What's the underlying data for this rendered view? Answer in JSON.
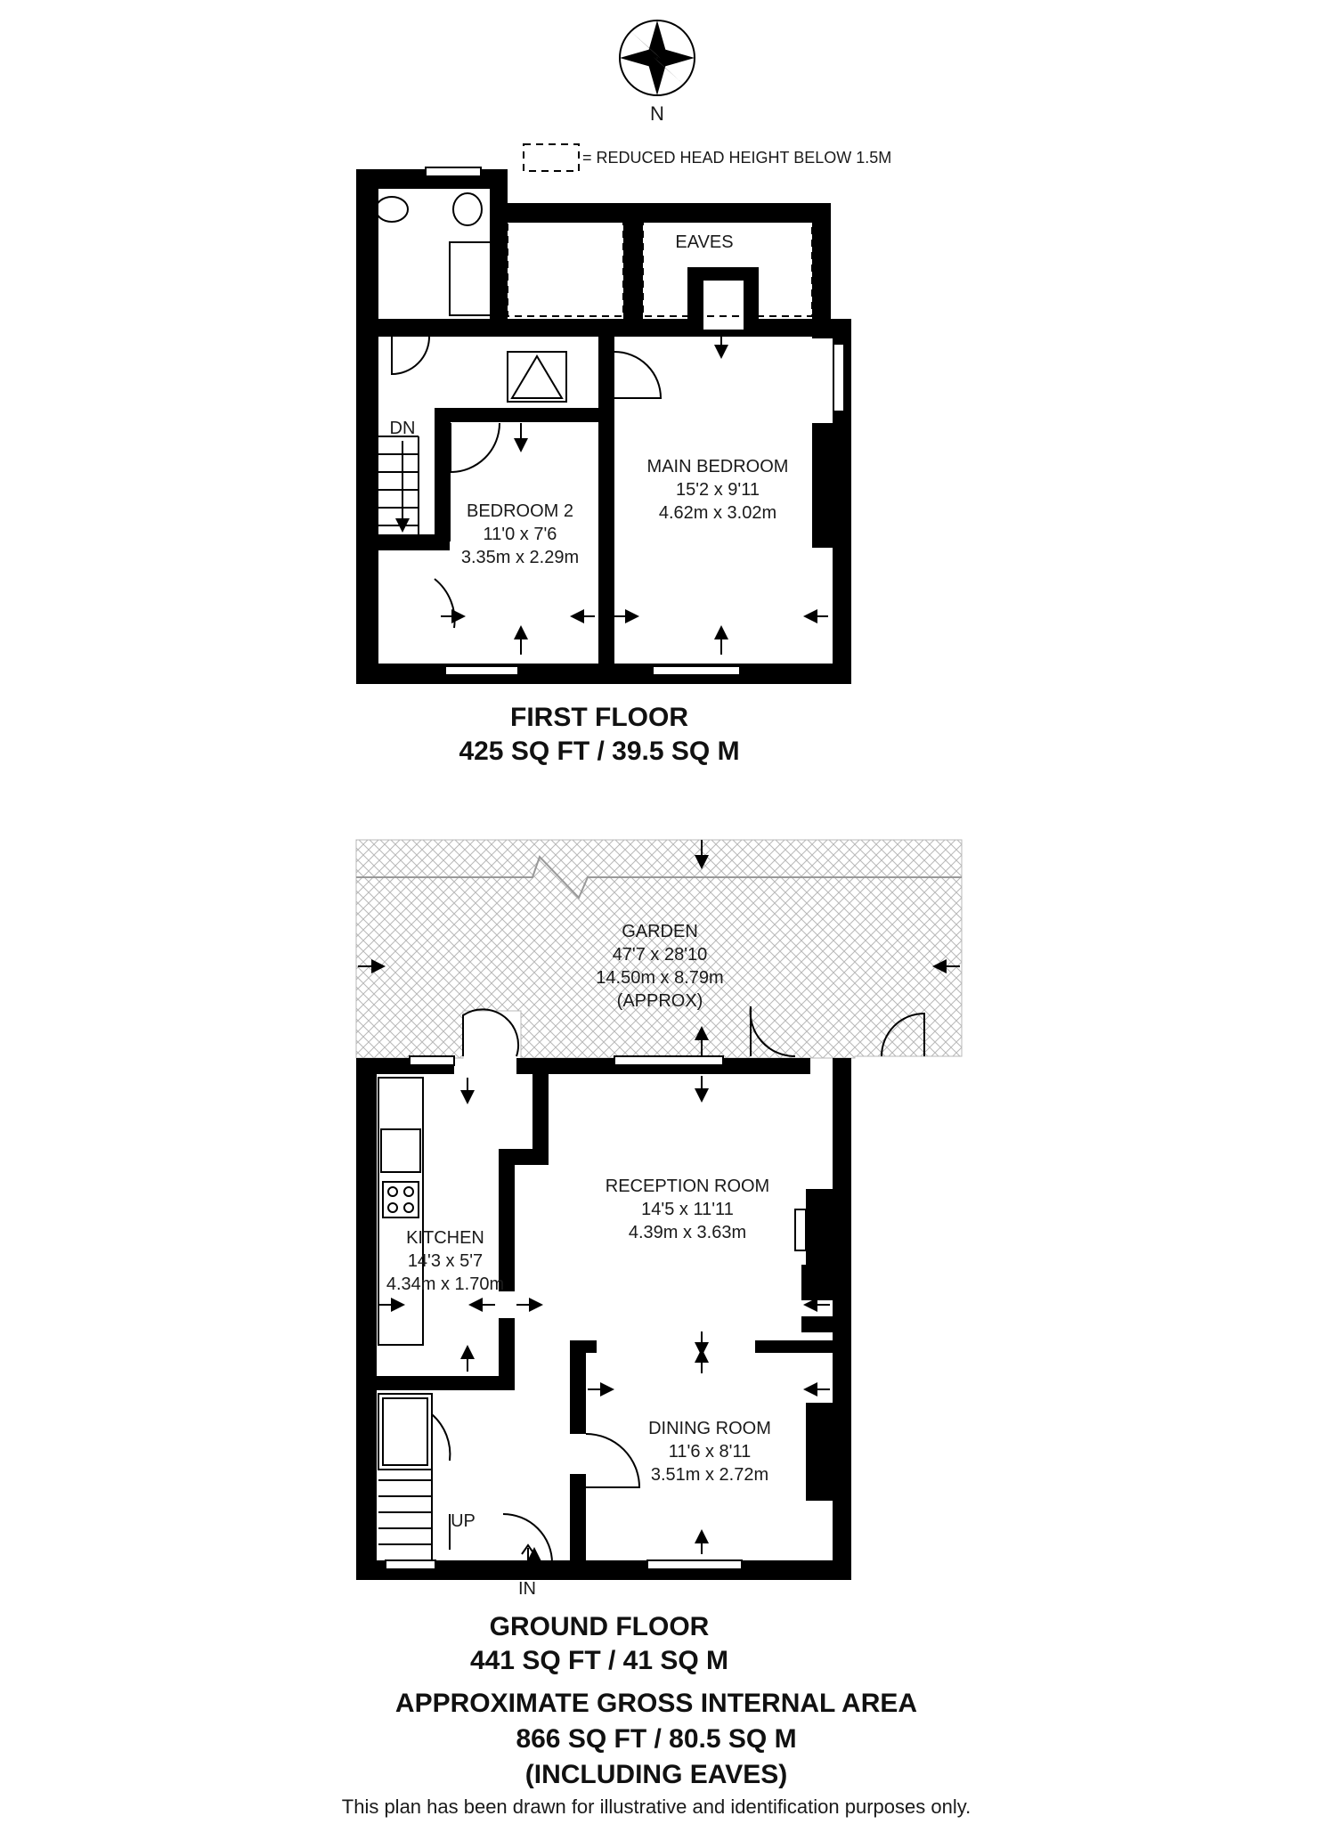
{
  "compass": {
    "north_label": "N"
  },
  "legend": {
    "text": "= REDUCED HEAD HEIGHT BELOW 1.5M"
  },
  "first_floor": {
    "eaves_label": "EAVES",
    "stairs_label": "DN",
    "rooms": [
      {
        "name": "MAIN BEDROOM",
        "imperial": "15'2 x 9'11",
        "metric": "4.62m x 3.02m"
      },
      {
        "name": "BEDROOM 2",
        "imperial": "11'0 x 7'6",
        "metric": "3.35m x 2.29m"
      }
    ],
    "title": "FIRST FLOOR",
    "area": "425 SQ FT / 39.5 SQ M"
  },
  "ground_floor": {
    "garden": {
      "name": "GARDEN",
      "imperial": "47'7 x 28'10",
      "metric": "14.50m x 8.79m",
      "note": "(APPROX)"
    },
    "rooms": [
      {
        "name": "RECEPTION ROOM",
        "imperial": "14'5 x 11'11",
        "metric": "4.39m x 3.63m"
      },
      {
        "name": "KITCHEN",
        "imperial": "14'3 x 5'7",
        "metric": "4.34m x 1.70m"
      },
      {
        "name": "DINING ROOM",
        "imperial": "11'6 x 8'11",
        "metric": "3.51m x 2.72m"
      }
    ],
    "stairs_label": "UP",
    "entrance_label": "IN",
    "title": "GROUND FLOOR",
    "area": "441 SQ FT / 41 SQ M"
  },
  "summary": {
    "title": "APPROXIMATE GROSS INTERNAL AREA",
    "area": "866 SQ FT / 80.5 SQ M",
    "note": "(INCLUDING EAVES)"
  },
  "disclaimer": "This plan has been drawn for illustrative and identification purposes only."
}
